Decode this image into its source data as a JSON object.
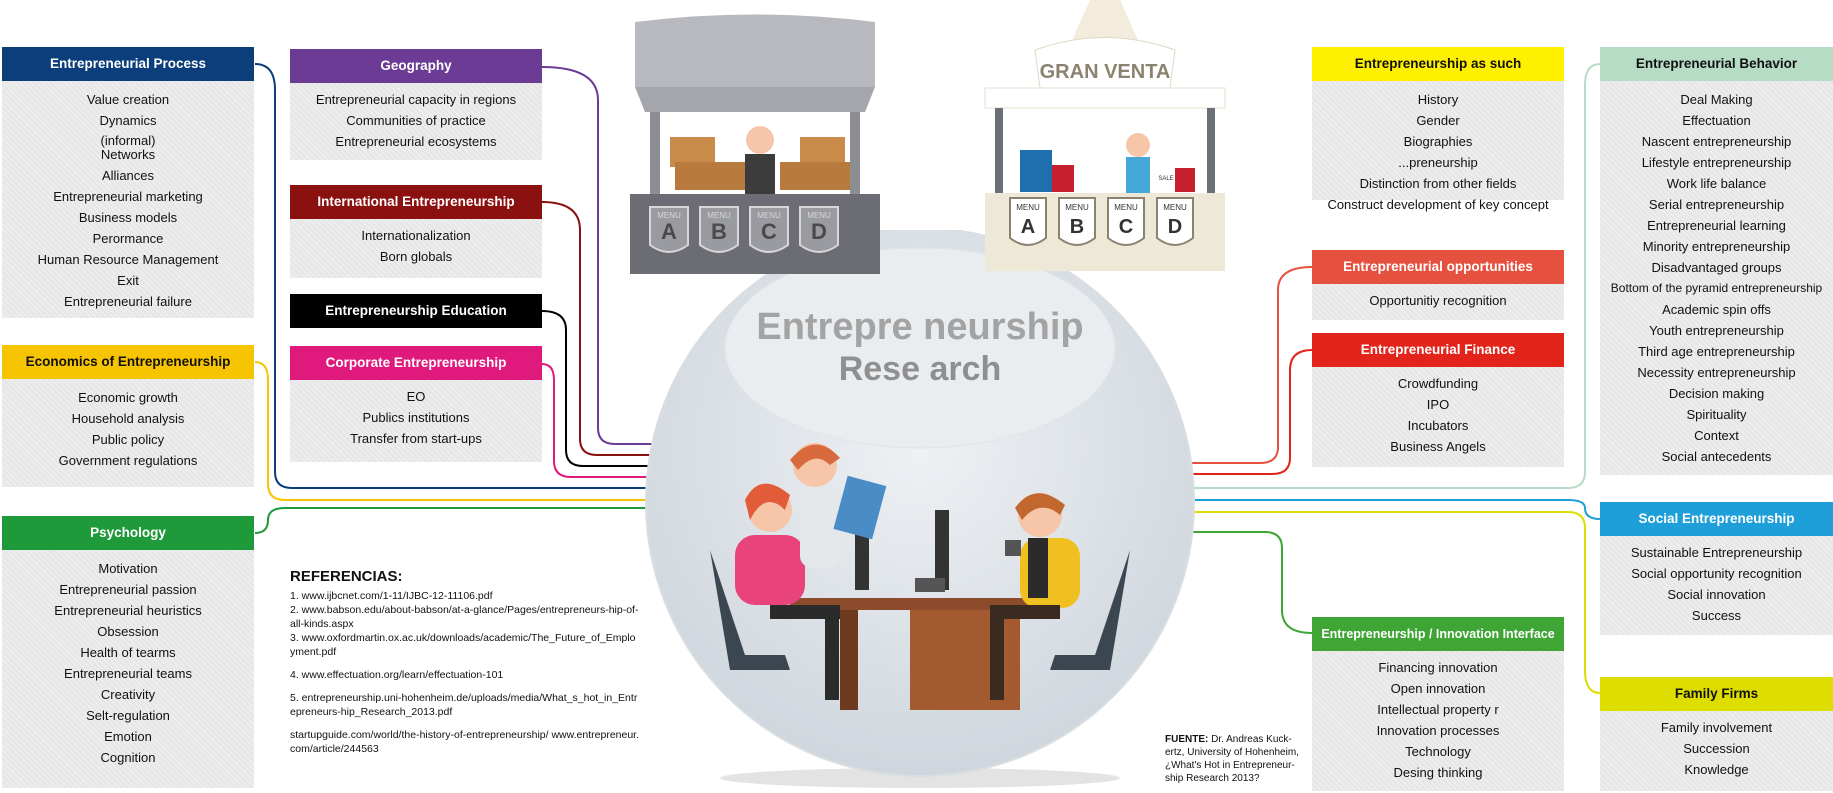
{
  "center": {
    "title_line1": "Entrepre neurship",
    "title_line2": "Rese arch"
  },
  "stall_left": {
    "sign": "",
    "letters": [
      "A",
      "B",
      "C",
      "D"
    ],
    "labels": [
      "MENU",
      "MENU",
      "MENU",
      "MENU"
    ]
  },
  "stall_right": {
    "sign": "GRAN VENTA",
    "letters": [
      "A",
      "B",
      "C",
      "D"
    ],
    "labels": [
      "MENU",
      "MENU",
      "MENU",
      "MENU"
    ],
    "tag": "SALE"
  },
  "boxes": {
    "entrepreneurial_process": {
      "title": "Entrepreneurial Process",
      "color": "#0b3e7a",
      "items": [
        "Value creation",
        "Dynamics",
        "(informal)",
        "Networks",
        "Alliances",
        "Entrepreneurial marketing",
        "Business models",
        "Perormance",
        "Human Resource Management",
        "Exit",
        "Entrepreneurial failure"
      ]
    },
    "economics": {
      "title": "Economics of Entrepreneurship",
      "color": "#f6c400",
      "items": [
        "Economic growth",
        "Household analysis",
        "Public policy",
        "Government regulations"
      ]
    },
    "psychology": {
      "title": "Psychology",
      "color": "#1f9a3b",
      "items": [
        "Motivation",
        "Entrepreneurial passion",
        "Entrepreneurial heuristics",
        "Obsession",
        "Health of tearms",
        "Entrepreneurial teams",
        "Creativity",
        "Selt-regulation",
        "Emotion",
        "Cognition"
      ]
    },
    "geography": {
      "title": "Geography",
      "color": "#6b3b96",
      "items": [
        "Entrepreneurial capacity in regions",
        "Communities of practice",
        "Entrepreneurial ecosystems"
      ]
    },
    "international": {
      "title": "International Entrepreneurship",
      "color": "#8b1010",
      "items": [
        "Internationalization",
        "Born globals"
      ]
    },
    "education": {
      "title": "Entrepreneurship Education",
      "color": "#000000",
      "items": []
    },
    "corporate": {
      "title": "Corporate Entrepreneurship",
      "color": "#e0197d",
      "items": [
        "EO",
        "Publics institutions",
        "Transfer from start-ups"
      ]
    },
    "as_such": {
      "title": "Entrepreneurship as such",
      "color": "#fff000",
      "items": [
        "History",
        "Gender",
        "Biographies",
        "...preneurship",
        "Distinction from other fields",
        "Construct development of key concept"
      ]
    },
    "opportunities": {
      "title": "Entrepreneurial opportunities",
      "color": "#e6513f",
      "items": [
        "Opportunitiy recognition"
      ]
    },
    "finance": {
      "title": "Entrepreneurial Finance",
      "color": "#e3241b",
      "items": [
        "Crowdfunding",
        "IPO",
        "Incubators",
        "Business Angels"
      ]
    },
    "innovation": {
      "title": "Entrepreneurship / Innovation Interface",
      "color": "#3fa535",
      "items": [
        "Financing innovation",
        "Open innovation",
        "Intellectual property r",
        "Innovation processes",
        "Technology",
        "Desing thinking"
      ]
    },
    "behavior": {
      "title": "Entrepreneurial Behavior",
      "color": "#b7dcc6",
      "items": [
        "Deal Making",
        "Effectuation",
        "Nascent entrepreneurship",
        "Lifestyle entrepreneurship",
        "Work life balance",
        "Serial entrepreneurship",
        "Entrepreneurial learning",
        "Minority entrepreneurship",
        "Disadvantaged groups",
        "Bottom of the pyramid entrepreneurship",
        "Academic spin offs",
        "Youth entrepreneurship",
        "Third age entrepreneurship",
        "Necessity entrepreneurship",
        "Decision making",
        "Spirituality",
        "Context",
        "Social antecedents"
      ]
    },
    "social": {
      "title": "Social Entrepreneurship",
      "color": "#1e9fd9",
      "items": [
        "Sustainable Entrepreneurship",
        "Social opportunity recognition",
        "Social innovation",
        "Success"
      ]
    },
    "family": {
      "title": "Family Firms",
      "color": "#dddd00",
      "items": [
        "Family involvement",
        "Succession",
        "Knowledge"
      ]
    }
  },
  "references": {
    "heading": "REFERENCIAS:",
    "items": [
      "1. www.ijbcnet.com/1-11/IJBC-12-11106.pdf",
      "2. www.babson.edu/about-babson/at-a-glance/Pages/entrepreneurs-hip-of-all-kinds.aspx",
      "3. www.oxfordmartin.ox.ac.uk/downloads/academic/The_Future_of_Employment.pdf",
      "4. www.effectuation.org/learn/effectuation-101",
      "5. entrepreneurship.uni-hohenheim.de/uploads/media/What_s_hot_in_Entrepreneurs-hip_Research_2013.pdf",
      "startupguide.com/world/the-history-of-entrepreneurship/ www.entrepreneur.com/article/244563"
    ]
  },
  "source": {
    "label": "FUENTE:",
    "text": "Dr. Andreas Kuck-ertz, University of Hohenheim, ¿What's Hot in Entrepreneur-ship Research 2013?"
  }
}
